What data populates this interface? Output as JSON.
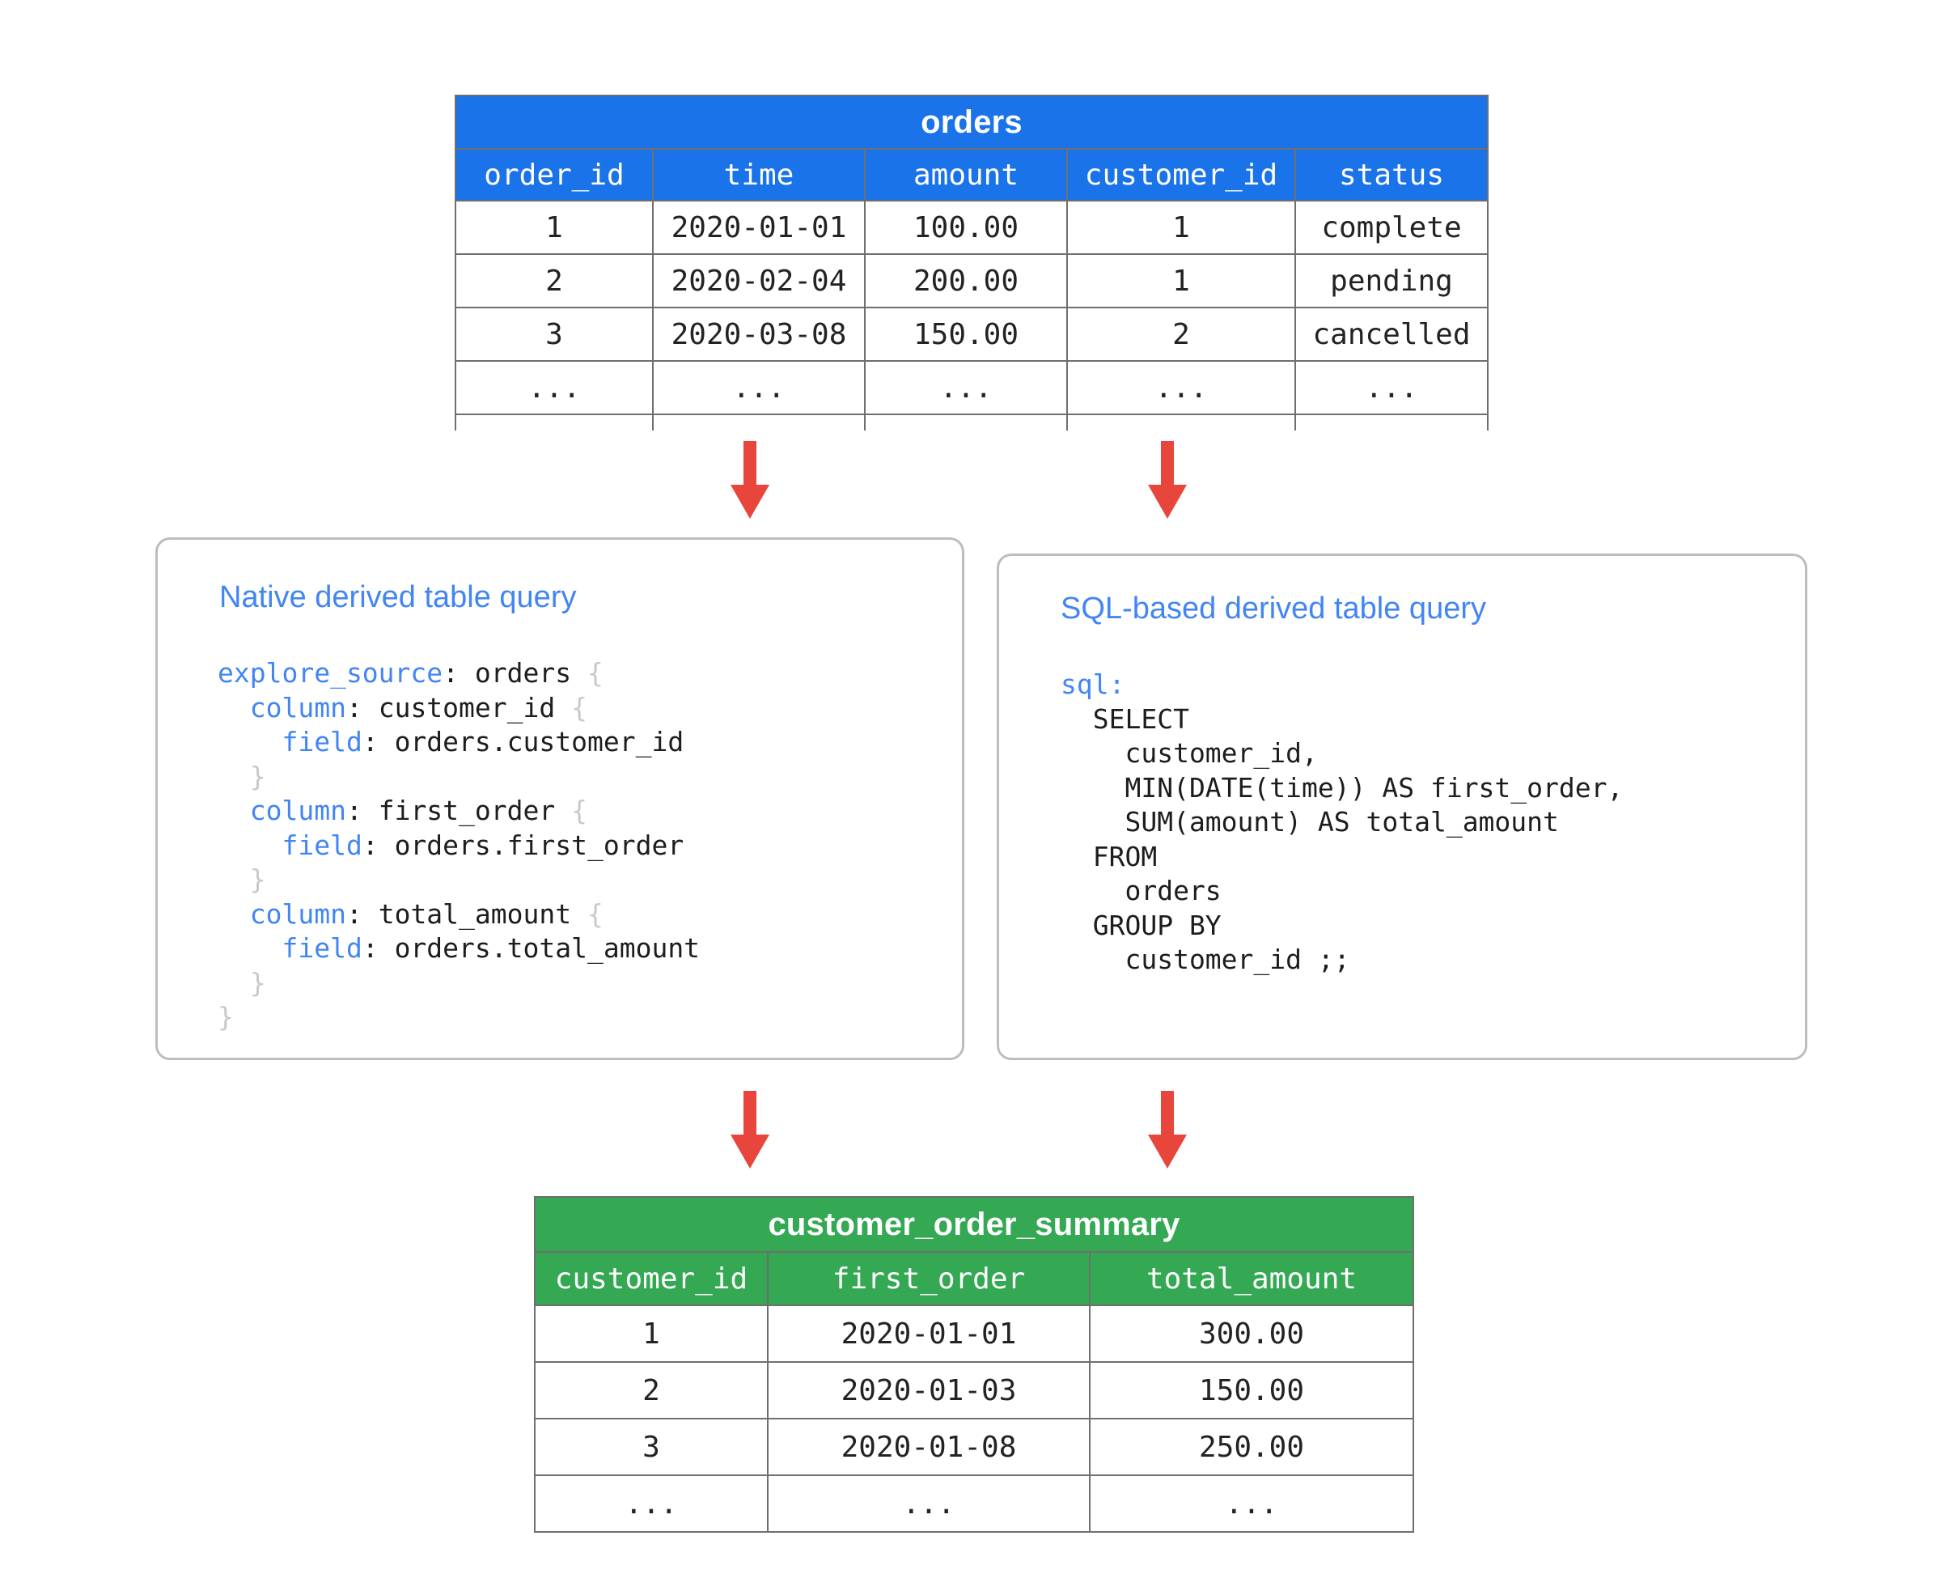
{
  "source_table": {
    "name": "orders",
    "columns": [
      "order_id",
      "time",
      "amount",
      "customer_id",
      "status"
    ],
    "rows": [
      [
        "1",
        "2020-01-01",
        "100.00",
        "1",
        "complete"
      ],
      [
        "2",
        "2020-02-04",
        "200.00",
        "1",
        "pending"
      ],
      [
        "3",
        "2020-03-08",
        "150.00",
        "2",
        "cancelled"
      ],
      [
        "...",
        "...",
        "...",
        "...",
        "..."
      ]
    ]
  },
  "native_card": {
    "title": "Native derived table query",
    "code_lines": [
      {
        "segments": [
          {
            "t": "explore_source",
            "c": "kw"
          },
          {
            "t": ": orders ",
            "c": ""
          },
          {
            "t": "{",
            "c": "br"
          }
        ]
      },
      {
        "segments": [
          {
            "t": "  ",
            "c": ""
          },
          {
            "t": "column",
            "c": "kw"
          },
          {
            "t": ": customer_id ",
            "c": ""
          },
          {
            "t": "{",
            "c": "br"
          }
        ]
      },
      {
        "segments": [
          {
            "t": "    ",
            "c": ""
          },
          {
            "t": "field",
            "c": "kw"
          },
          {
            "t": ": orders.customer_id",
            "c": ""
          }
        ]
      },
      {
        "segments": [
          {
            "t": "  ",
            "c": ""
          },
          {
            "t": "}",
            "c": "br"
          }
        ]
      },
      {
        "segments": [
          {
            "t": "  ",
            "c": ""
          },
          {
            "t": "column",
            "c": "kw"
          },
          {
            "t": ": first_order ",
            "c": ""
          },
          {
            "t": "{",
            "c": "br"
          }
        ]
      },
      {
        "segments": [
          {
            "t": "    ",
            "c": ""
          },
          {
            "t": "field",
            "c": "kw"
          },
          {
            "t": ": orders.first_order",
            "c": ""
          }
        ]
      },
      {
        "segments": [
          {
            "t": "  ",
            "c": ""
          },
          {
            "t": "}",
            "c": "br"
          }
        ]
      },
      {
        "segments": [
          {
            "t": "  ",
            "c": ""
          },
          {
            "t": "column",
            "c": "kw"
          },
          {
            "t": ": total_amount ",
            "c": ""
          },
          {
            "t": "{",
            "c": "br"
          }
        ]
      },
      {
        "segments": [
          {
            "t": "    ",
            "c": ""
          },
          {
            "t": "field",
            "c": "kw"
          },
          {
            "t": ": orders.total_amount",
            "c": ""
          }
        ]
      },
      {
        "segments": [
          {
            "t": "  ",
            "c": ""
          },
          {
            "t": "}",
            "c": "br"
          }
        ]
      },
      {
        "segments": [
          {
            "t": "}",
            "c": "br"
          }
        ]
      }
    ]
  },
  "sql_card": {
    "title": "SQL-based derived table query",
    "code_lines": [
      {
        "segments": [
          {
            "t": "sql:",
            "c": "kw"
          }
        ]
      },
      {
        "segments": [
          {
            "t": "  SELECT",
            "c": ""
          }
        ]
      },
      {
        "segments": [
          {
            "t": "    customer_id,",
            "c": ""
          }
        ]
      },
      {
        "segments": [
          {
            "t": "    MIN(DATE(time)) AS first_order,",
            "c": ""
          }
        ]
      },
      {
        "segments": [
          {
            "t": "    SUM(amount) AS total_amount",
            "c": ""
          }
        ]
      },
      {
        "segments": [
          {
            "t": "  FROM",
            "c": ""
          }
        ]
      },
      {
        "segments": [
          {
            "t": "    orders",
            "c": ""
          }
        ]
      },
      {
        "segments": [
          {
            "t": "  GROUP BY",
            "c": ""
          }
        ]
      },
      {
        "segments": [
          {
            "t": "    customer_id ;;",
            "c": ""
          }
        ]
      }
    ]
  },
  "result_table": {
    "name": "customer_order_summary",
    "columns": [
      "customer_id",
      "first_order",
      "total_amount"
    ],
    "rows": [
      [
        "1",
        "2020-01-01",
        "300.00"
      ],
      [
        "2",
        "2020-01-03",
        "150.00"
      ],
      [
        "3",
        "2020-01-08",
        "250.00"
      ],
      [
        "...",
        "...",
        "..."
      ]
    ]
  },
  "arrows": [
    {
      "name": "orders-to-native-query"
    },
    {
      "name": "orders-to-sql-query"
    },
    {
      "name": "native-query-to-summary"
    },
    {
      "name": "sql-query-to-summary"
    }
  ],
  "colors": {
    "source_header": "#1a73e8",
    "result_header": "#34a853",
    "arrow": "#e8453c",
    "card_title": "#4285f4",
    "card_border": "#bdbdbd",
    "table_border": "#6f6f6f"
  }
}
